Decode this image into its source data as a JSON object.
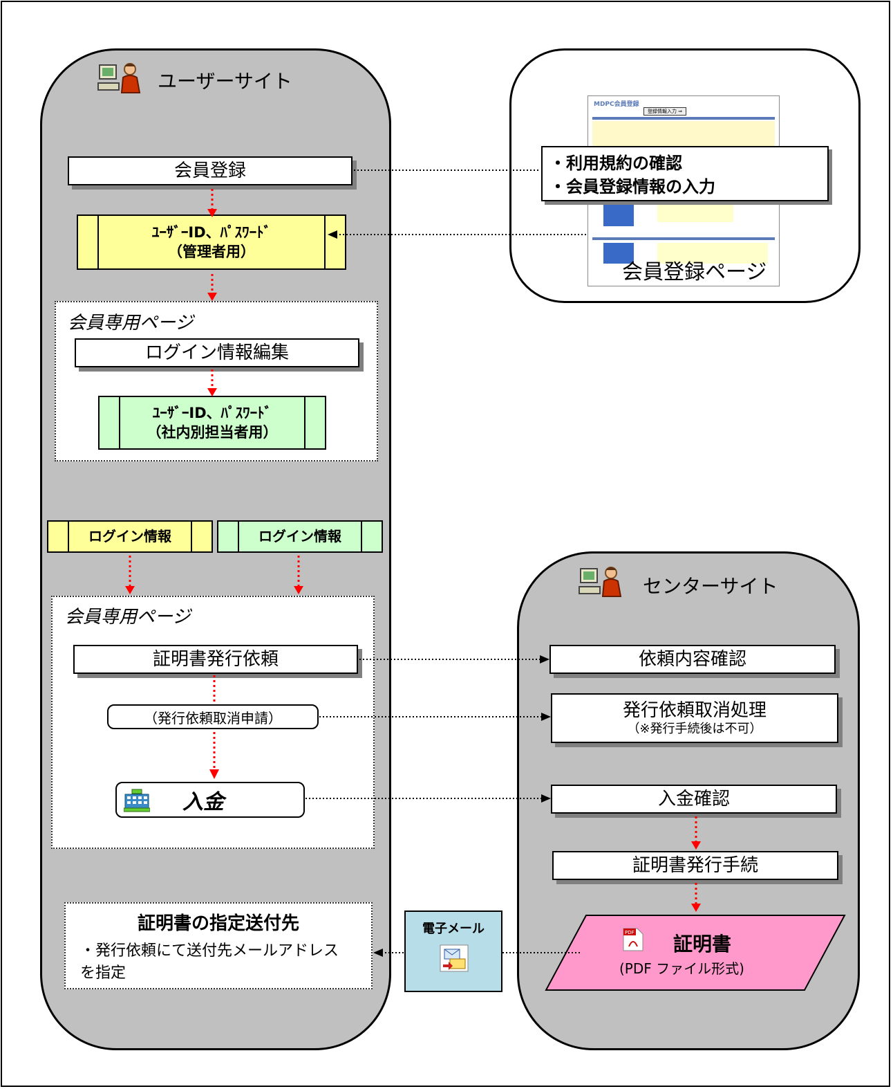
{
  "user_site": {
    "title": "ユーザーサイト",
    "register_button": "会員登録",
    "admin_credentials": {
      "line1": "ﾕｰｻﾞｰID、ﾊﾟｽﾜｰﾄﾞ",
      "line2": "（管理者用）"
    },
    "member_page_1": {
      "label": "会員専用ページ",
      "edit_login": "ログイン情報編集",
      "staff_credentials": {
        "line1": "ﾕｰｻﾞｰID、ﾊﾟｽﾜｰﾄﾞ",
        "line2": "（社内別担当者用）"
      }
    },
    "login_info_left": "ログイン情報",
    "login_info_right": "ログイン情報",
    "member_page_2": {
      "label": "会員専用ページ",
      "request": "証明書発行依頼",
      "cancel_request": "（発行依頼取消申請）",
      "payment": "入金"
    },
    "delivery": {
      "title": "証明書の指定送付先",
      "line1": "・発行依頼にて送付先メールアドレス",
      "line2": "を指定"
    }
  },
  "register_page": {
    "caption": "会員登録ページ",
    "notes": [
      "・利用規約の確認",
      "・会員登録情報の入力"
    ],
    "thumb_title": "MDPC会員登録",
    "thumb_tab": "登録情報入力 ⇒"
  },
  "email": {
    "label": "電子メール"
  },
  "center_site": {
    "title": "センターサイト",
    "confirm_request": "依頼内容確認",
    "cancel_processing": {
      "line1": "発行依頼取消処理",
      "line2": "（※発行手続後は不可）"
    },
    "payment_confirm": "入金確認",
    "issue_procedure": "証明書発行手続",
    "certificate": {
      "title": "証明書",
      "subtitle": "(PDF ファイル形式)"
    }
  },
  "colors": {
    "panel": "#c0c0c0",
    "yellow": "#ffff99",
    "green": "#ccffcc",
    "pink": "#ff99cc",
    "email_bg": "#b7dde8",
    "red_arrow": "#ff0000"
  }
}
